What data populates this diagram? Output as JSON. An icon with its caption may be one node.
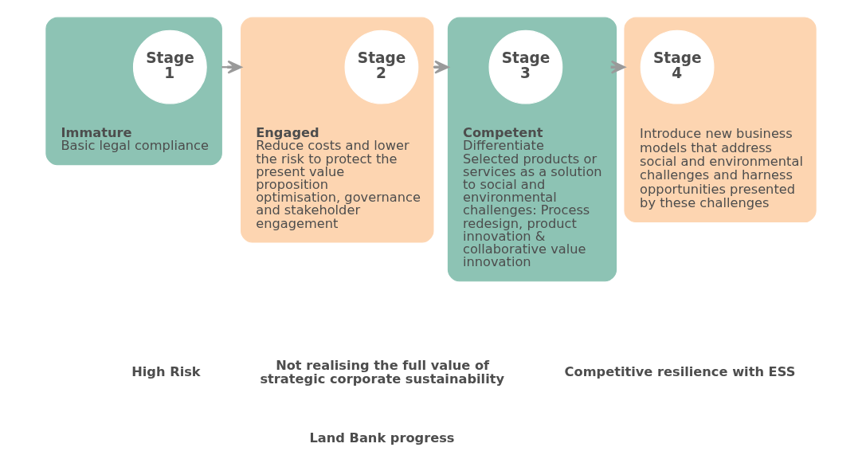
{
  "diagram": {
    "nodes": [
      {
        "text": [
          "Immature",
          "Basic legal compliance"
        ]
      },
      {
        "text": [
          "Stage 1"
        ],
        "in": 0
      },
      {
        "text": [
          "Engaged",
          "Reduce costs and lower the risk to protect the present value proposition optimisation, governance and stakeholder engagement"
        ]
      },
      {
        "text": [
          "Stage 2"
        ],
        "in": 2
      },
      {
        "text": [
          "Competent",
          "Differentiate",
          "Selected products or services as a solution to social and environmental challenges: Process redesign, product innovation & collaborative value innovation"
        ]
      },
      {
        "text": [
          "Stage 3"
        ],
        "in": 4
      },
      {
        "text": [
          "Introduce new business models that address social and environmental challenges and harness opportunities presented by these challenges"
        ]
      },
      {
        "text": [
          "Stage 4"
        ],
        "in": 6
      }
    ],
    "edges": [
      {
        "from": 0,
        "to": 2,
        "arrow": "to"
      },
      {
        "from": 2,
        "to": 4,
        "arrow": "to"
      },
      {
        "from": 4,
        "to": 6,
        "arrow": "to"
      }
    ],
    "labels": [
      "High Risk",
      "Not realising the full value of strategic corporate sustainability",
      "Competitive resilience with ESS",
      "Land Bank progress"
    ]
  }
}
